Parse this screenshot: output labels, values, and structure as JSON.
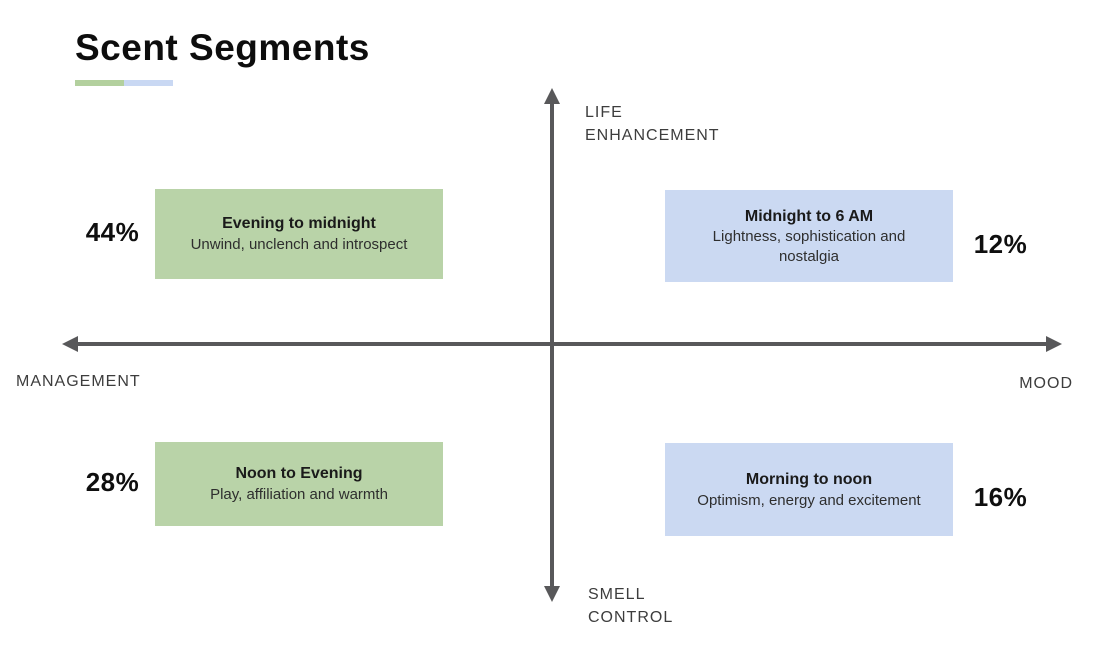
{
  "title": "Scent Segments",
  "accent": {
    "green": "#b3d09e",
    "blue": "#c9d8f3"
  },
  "axis_color": "#58585a",
  "axes": {
    "top_label": "LIFE\nENHANCEMENT",
    "bottom_label": "SMELL\nCONTROL",
    "left_label": "MANAGEMENT",
    "right_label": "MOOD"
  },
  "quadrants": [
    {
      "position": "top-left",
      "title": "Evening to midnight",
      "description": "Unwind, unclench and introspect",
      "percent": "44%",
      "color": "#b9d3a8"
    },
    {
      "position": "top-right",
      "title": "Midnight to 6 AM",
      "description": "Lightness, sophistication and nostalgia",
      "percent": "12%",
      "color": "#cbd9f2"
    },
    {
      "position": "bottom-left",
      "title": "Noon to Evening",
      "description": "Play, affiliation and warmth",
      "percent": "28%",
      "color": "#b9d3a8"
    },
    {
      "position": "bottom-right",
      "title": "Morning to noon",
      "description": "Optimism, energy and excitement",
      "percent": "16%",
      "color": "#cbd9f2"
    }
  ],
  "chart_data": {
    "type": "table",
    "title": "Scent Segments",
    "x_axis": {
      "negative": "MANAGEMENT",
      "positive": "MOOD"
    },
    "y_axis": {
      "positive": "LIFE ENHANCEMENT",
      "negative": "SMELL CONTROL"
    },
    "segments": [
      {
        "quadrant": "top-left",
        "label": "Evening to midnight",
        "traits": "Unwind, unclench and introspect",
        "share_percent": 44
      },
      {
        "quadrant": "top-right",
        "label": "Midnight to 6 AM",
        "traits": "Lightness, sophistication and nostalgia",
        "share_percent": 12
      },
      {
        "quadrant": "bottom-left",
        "label": "Noon to Evening",
        "traits": "Play, affiliation and warmth",
        "share_percent": 28
      },
      {
        "quadrant": "bottom-right",
        "label": "Morning to noon",
        "traits": "Optimism, energy and excitement",
        "share_percent": 16
      }
    ]
  }
}
